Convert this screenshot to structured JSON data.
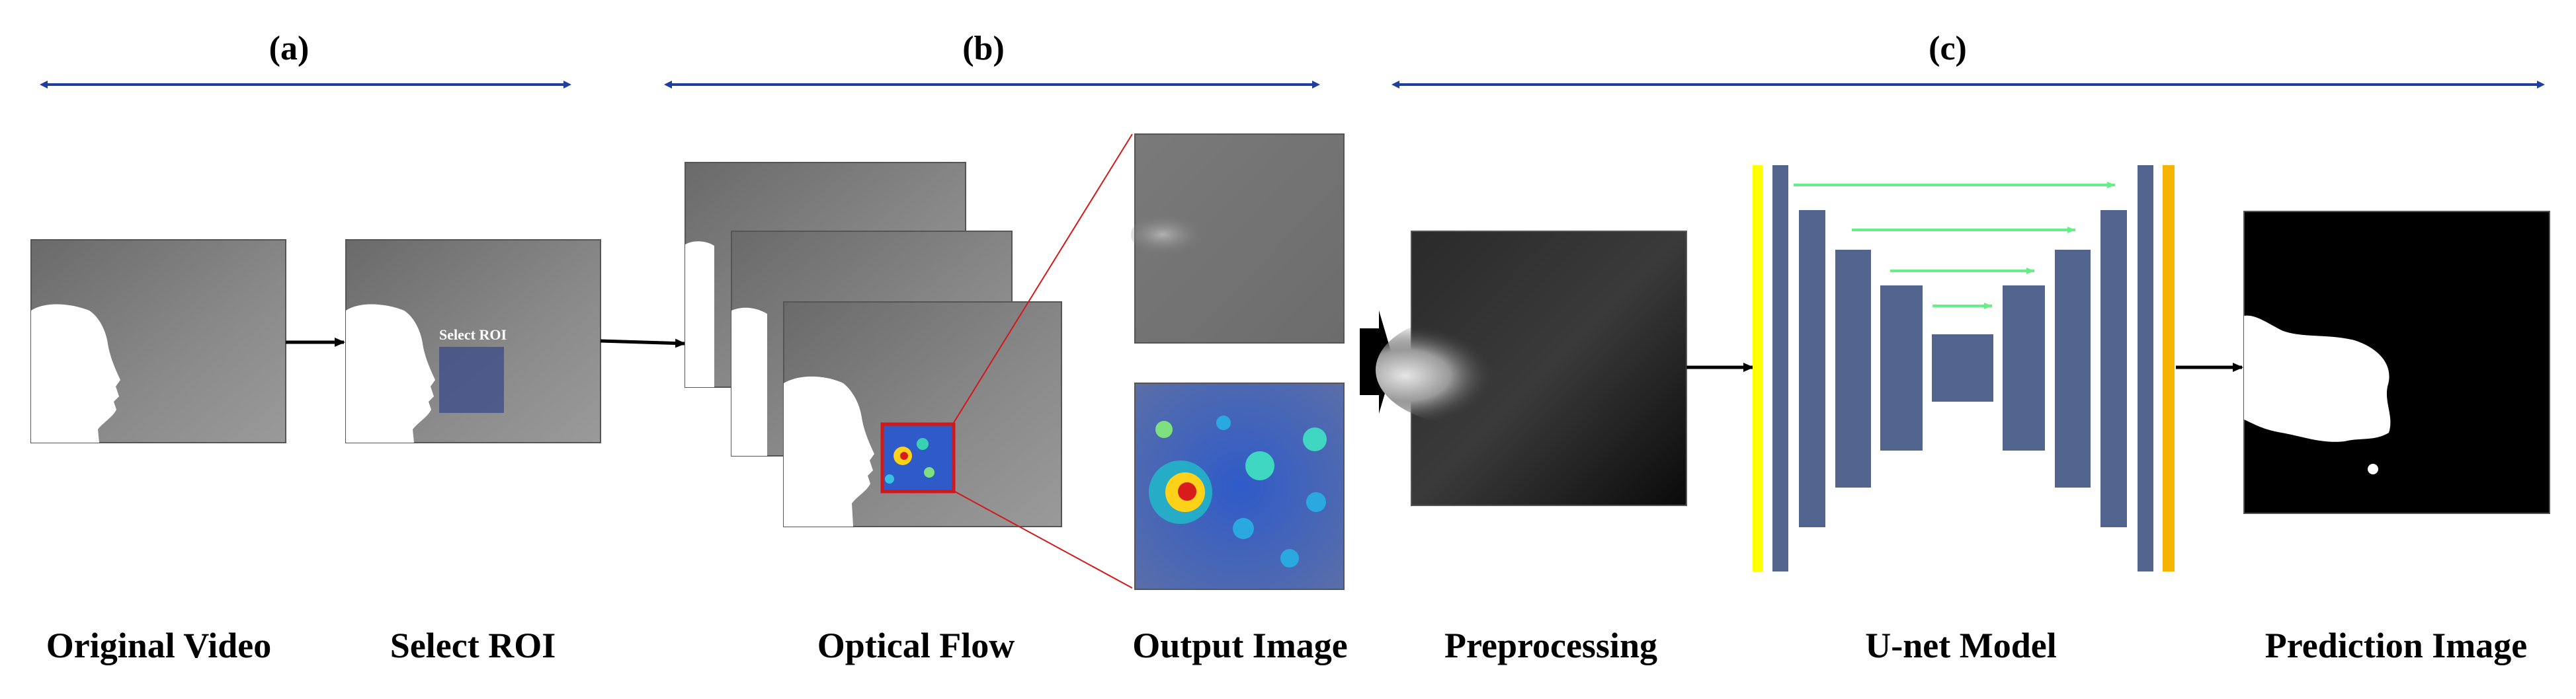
{
  "sections": {
    "a": "(a)",
    "b": "(b)",
    "c": "(c)"
  },
  "roi_text": "Select ROI",
  "labels": {
    "original_video": "Original Video",
    "select_roi": "Select ROI",
    "optical_flow": "Optical Flow",
    "output_image": "Output Image",
    "preprocessing": "Preprocessing",
    "unet_model": "U-net Model",
    "prediction_image": "Prediction Image"
  },
  "colors": {
    "section_arrow": "#1f3f9e",
    "unet_block": "#52658f",
    "unet_input_bar": "#ffff00",
    "unet_output_bar": "#f5b400",
    "skip_connection": "#66ee88",
    "roi_box": "#d21818"
  }
}
